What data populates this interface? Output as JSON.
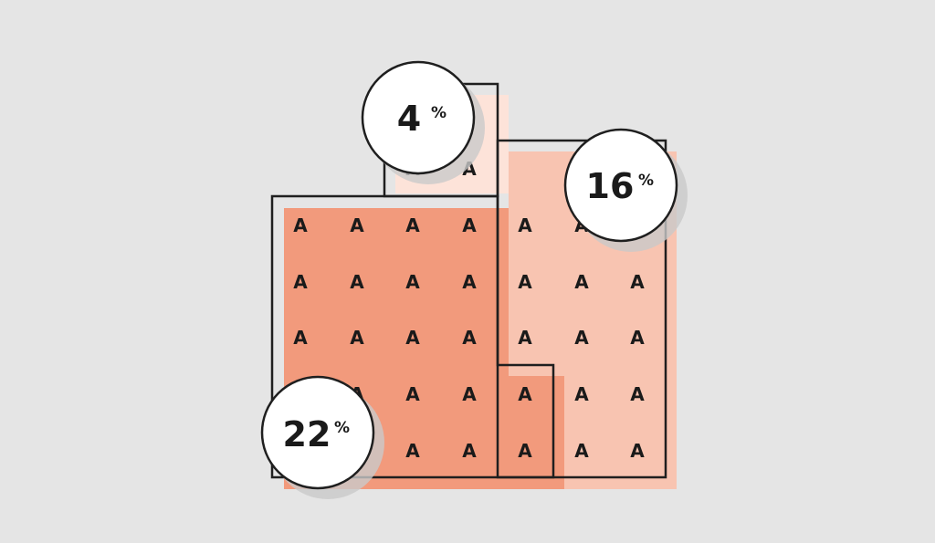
{
  "colors": {
    "background": "#e5e5e5",
    "region_22": "#f29a7c",
    "region_16": "#f8c4b1",
    "region_4": "#fde3d9",
    "outline": "#1f1f1f",
    "text": "#1a1a1a",
    "badge_fill": "#ffffff",
    "badge_shadow": "#c9c9c9"
  },
  "cell_letter": "A",
  "percent_sign": "%",
  "regions": [
    {
      "id": "region-22",
      "value": "22"
    },
    {
      "id": "region-16",
      "value": "16"
    },
    {
      "id": "region-4",
      "value": "4"
    }
  ]
}
